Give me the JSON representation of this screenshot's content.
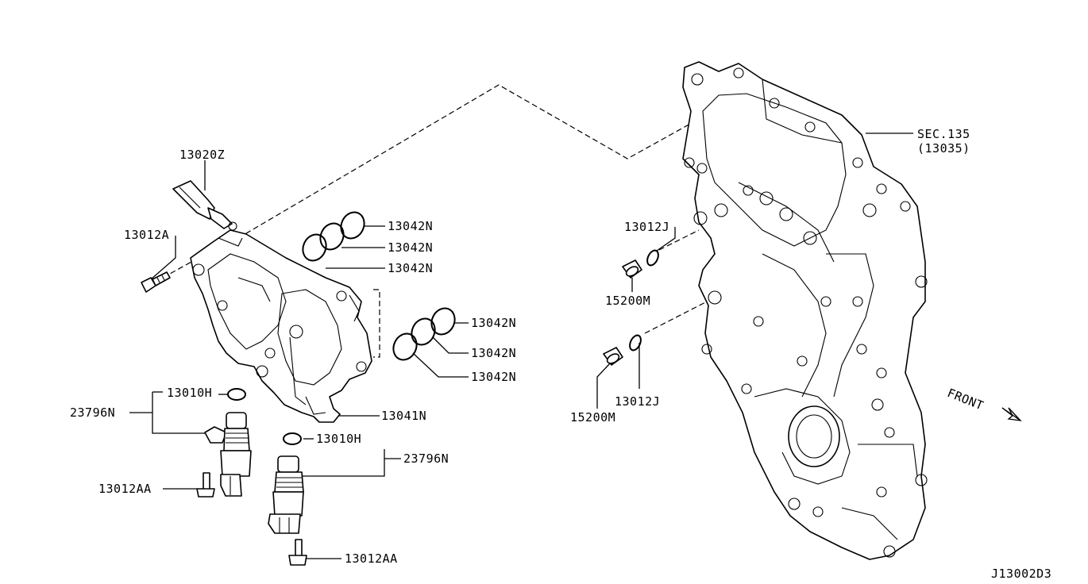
{
  "labels": {
    "l_13020Z": "13020Z",
    "l_13012A": "13012A",
    "l_13042N_a": "13042N",
    "l_13042N_b": "13042N",
    "l_13042N_c": "13042N",
    "l_13042N_d": "13042N",
    "l_13042N_e": "13042N",
    "l_13042N_f": "13042N",
    "l_13010H_a": "13010H",
    "l_23796N_a": "23796N",
    "l_13041N": "13041N",
    "l_13010H_b": "13010H",
    "l_23796N_b": "23796N",
    "l_13012AA_a": "13012AA",
    "l_13012AA_b": "13012AA",
    "l_13012J_a": "13012J",
    "l_15200M_a": "15200M",
    "l_15200M_b": "15200M",
    "l_13012J_b": "13012J",
    "l_sec": "SEC.135",
    "l_sec_sub": "(13035)",
    "l_front": "FRONT",
    "l_code": "J13002D3"
  }
}
